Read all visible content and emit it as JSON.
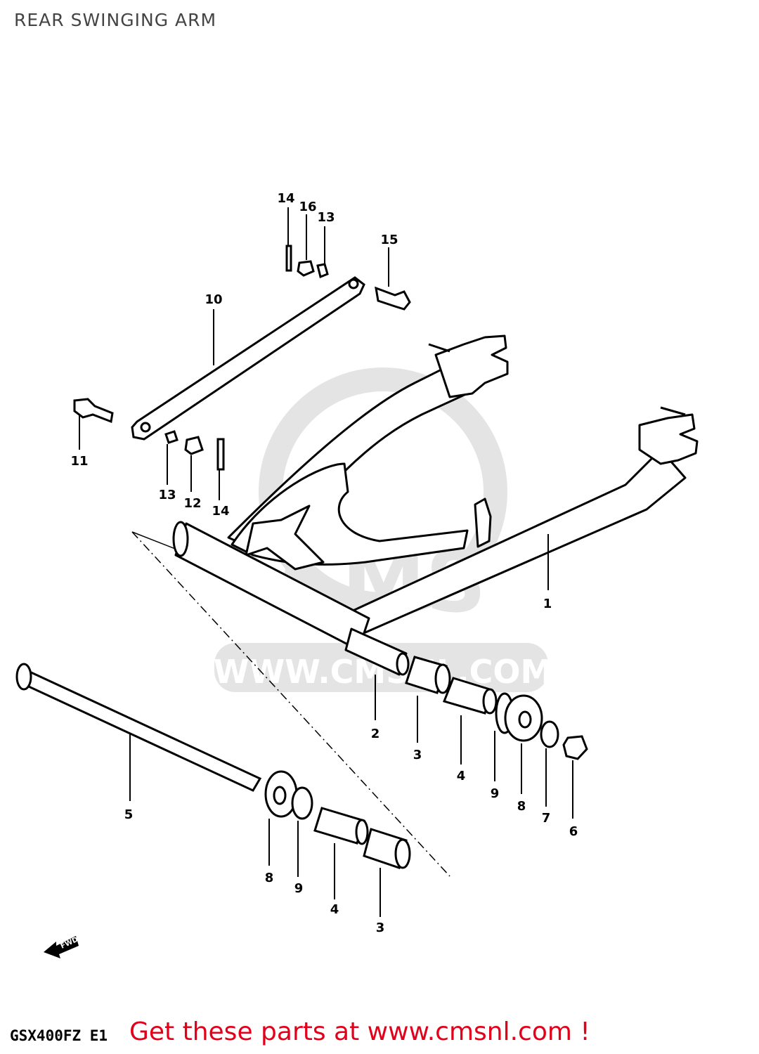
{
  "title": "REAR SWINGING ARM",
  "watermark": {
    "url": "WWW.CMSNL.COM",
    "logo": "CMS"
  },
  "callouts": [
    "1",
    "2",
    "3",
    "3",
    "4",
    "4",
    "5",
    "6",
    "7",
    "8",
    "8",
    "9",
    "9",
    "10",
    "11",
    "12",
    "13",
    "13",
    "14",
    "14",
    "15",
    "16"
  ],
  "model_code": "GSX400FZ E1",
  "front_arrow_label": "FWD",
  "cta": "Get these parts at www.cmsnl.com !",
  "colors": {
    "ink": "#000000",
    "cta": "#e3001b",
    "watermark": "#d9d9d9"
  }
}
